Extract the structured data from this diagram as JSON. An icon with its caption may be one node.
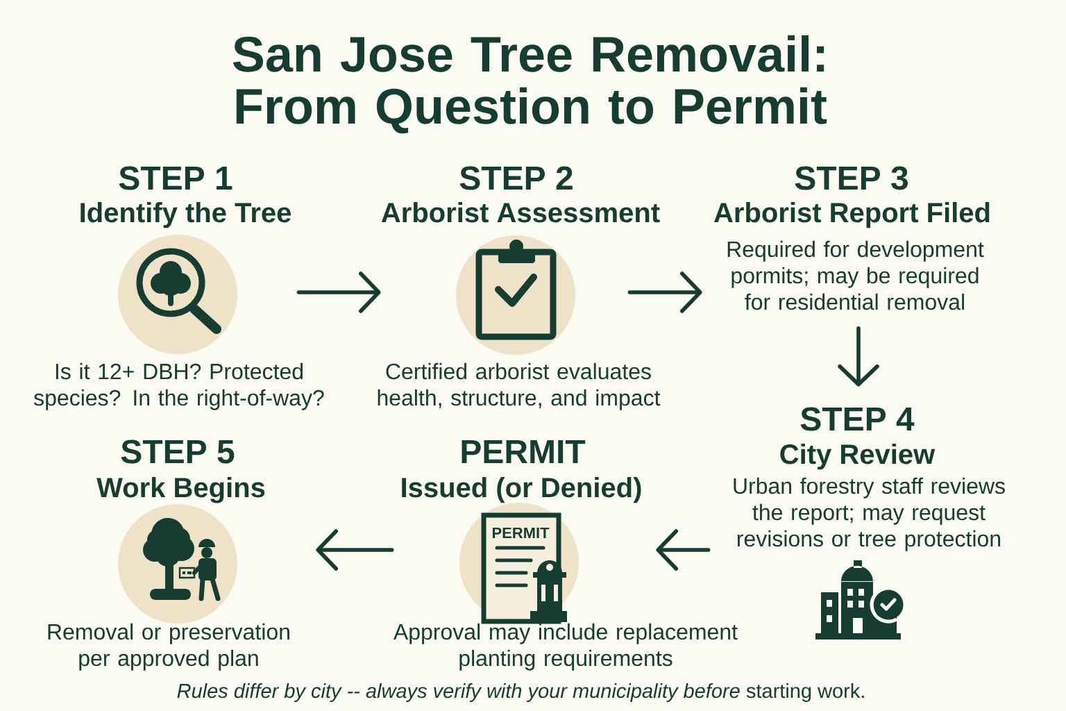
{
  "diagram": {
    "title": "San Jose Tree Removail: From Question to Permit",
    "nodes": [
      {
        "text": [
          "STEP 1",
          "Identify the Tree"
        ],
        "beside": [
          "Is it 12+ DBH? Protected species? In the right-of-way?"
        ]
      },
      {
        "text": [
          "STEP 2",
          "Arborist Assessment"
        ],
        "beside": [
          "Certified arborist evaluates health, structure, and impact"
        ]
      },
      {
        "text": [
          "STEP 3",
          "Arborist Report Filed",
          "Required for development pormits; may be required for residential removal"
        ]
      },
      {
        "text": [
          "STEP 4",
          "City Review",
          "Urban forestry staff reviews the report; may request revisions or tree protection"
        ]
      },
      {
        "text": [
          "PERMIT",
          "Issued (or Denied)"
        ],
        "beside": [
          "Approval may include replacement planting requirements"
        ]
      },
      {
        "text": [
          "STEP 5",
          "Work Begins"
        ],
        "beside": [
          "Removal or preservation per approved plan"
        ]
      }
    ],
    "edges": [
      {
        "from": 0,
        "to": 1,
        "arrow": "to"
      },
      {
        "from": 1,
        "to": 2,
        "arrow": "to"
      },
      {
        "from": 2,
        "to": 3,
        "arrow": "to"
      },
      {
        "from": 3,
        "to": 4,
        "arrow": "to"
      },
      {
        "from": 4,
        "to": 5,
        "arrow": "to"
      }
    ],
    "labels": [
      "PERMIT"
    ],
    "caption": "*Rules differ by city -- always verify with your municipality before* starting work."
  }
}
